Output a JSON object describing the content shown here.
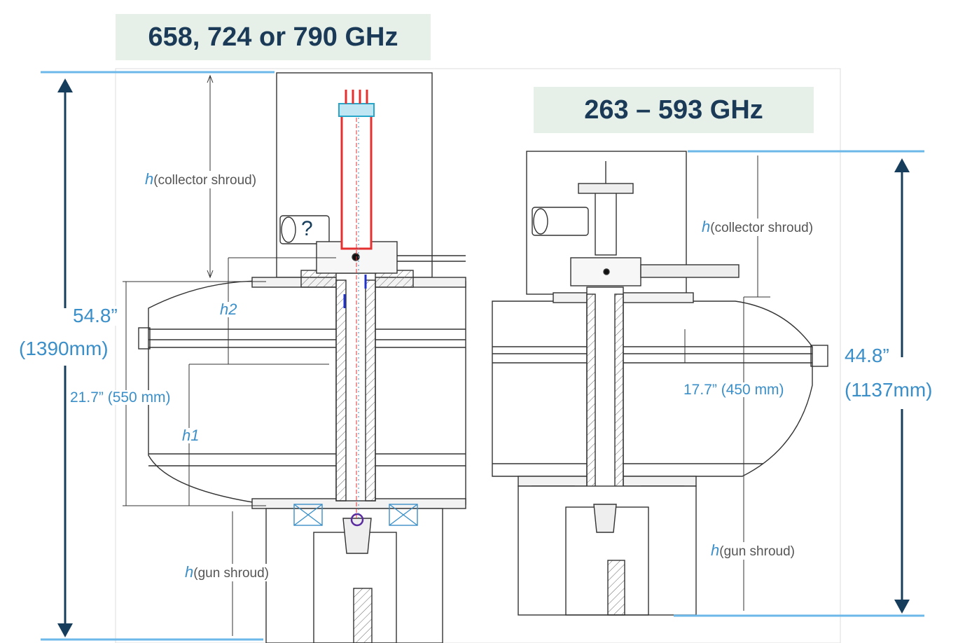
{
  "left": {
    "title": "658, 724 or 790 GHz",
    "height_in": "54.8”",
    "height_mm": "(1390mm)",
    "inner_dim": "21.7” (550 mm)",
    "collector_h": "h",
    "collector_label": "(collector shroud)",
    "h2": "h2",
    "h1": "h1",
    "gun_h": "h",
    "gun_label": "(gun shroud)",
    "mark": "?"
  },
  "right": {
    "title": "263 – 593 GHz",
    "height_in": "44.8”",
    "height_mm": "(1137mm)",
    "inner_dim": "17.7” (450 mm)",
    "collector_h": "h",
    "collector_label": "(collector shroud)",
    "gun_h": "h",
    "gun_label": "(gun shroud)"
  },
  "colors": {
    "dimension_arrow": "#163d5c",
    "label_blue": "#3b8fc9",
    "title_bg": "#e6f0e8",
    "title_text": "#1b3a57",
    "beam_red": "#e53030",
    "drawing_line": "#333333"
  }
}
